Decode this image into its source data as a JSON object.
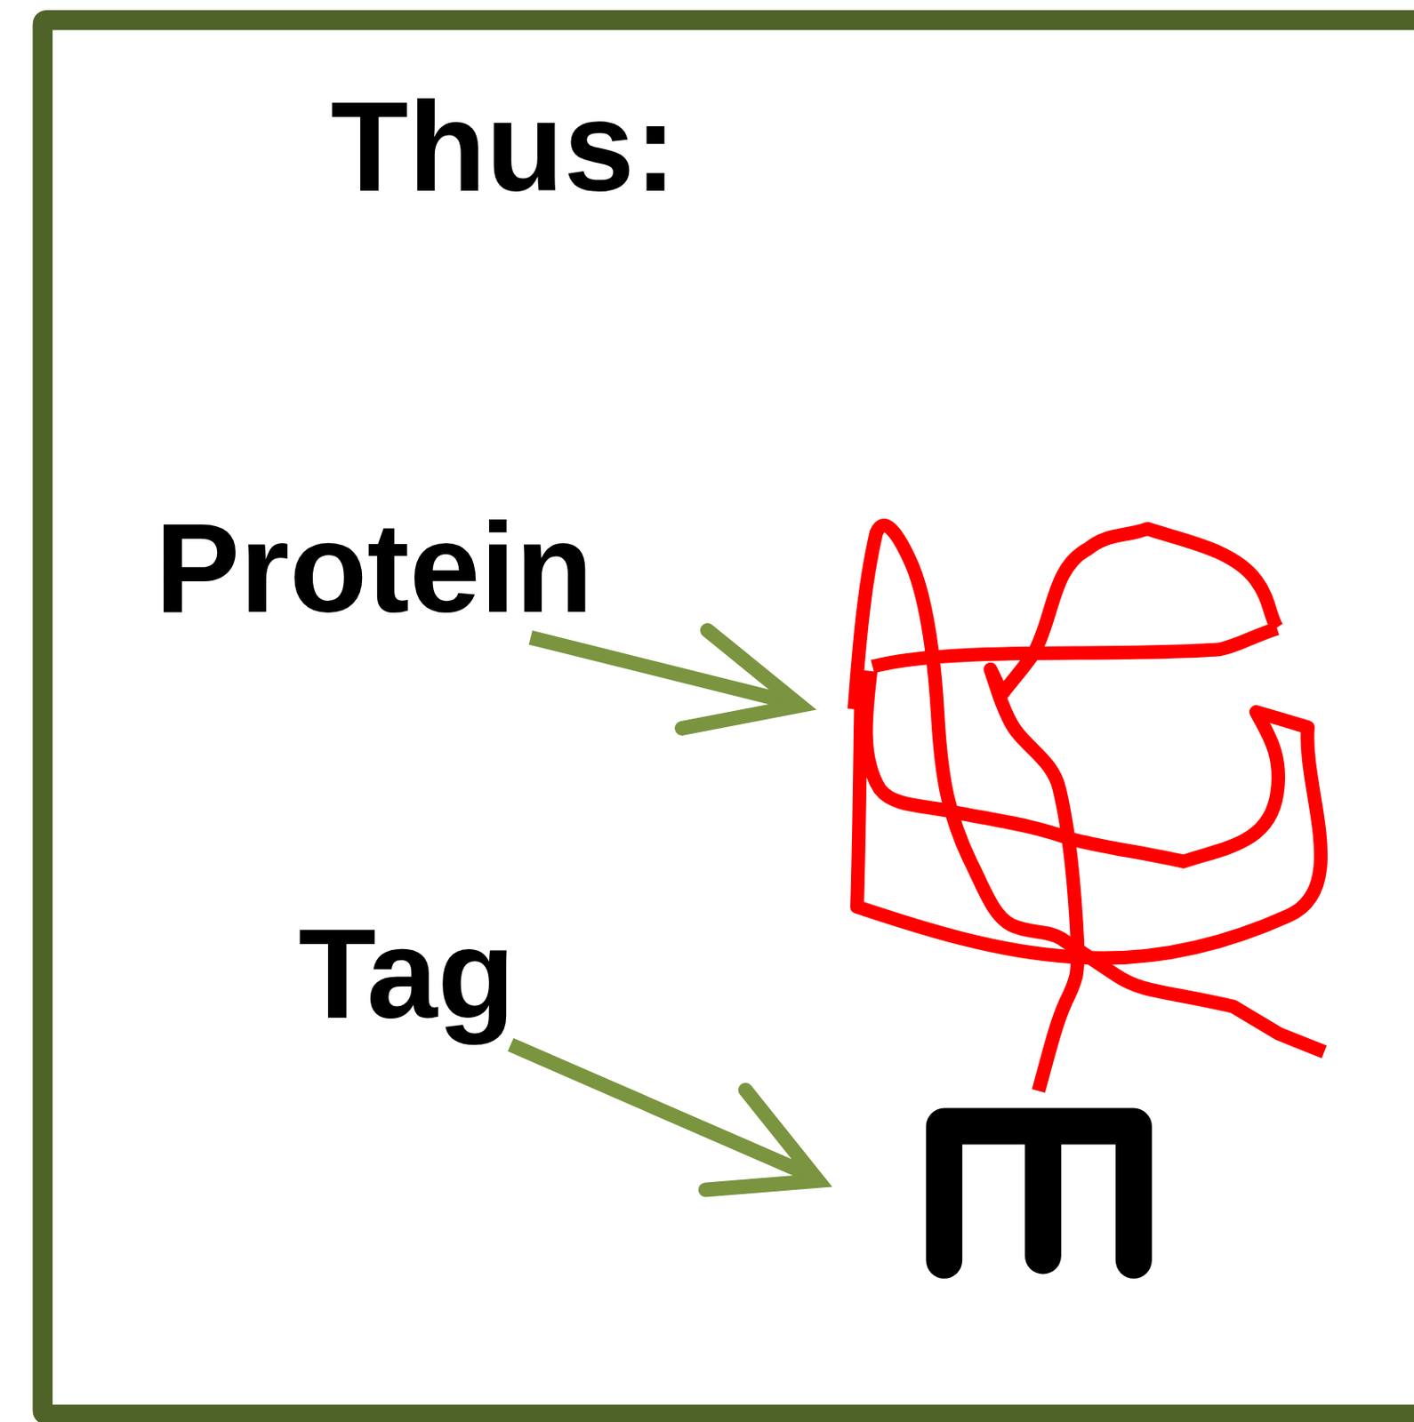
{
  "diagram": {
    "title": "Thus:",
    "labels": [
      "Protein",
      "Tag"
    ]
  }
}
